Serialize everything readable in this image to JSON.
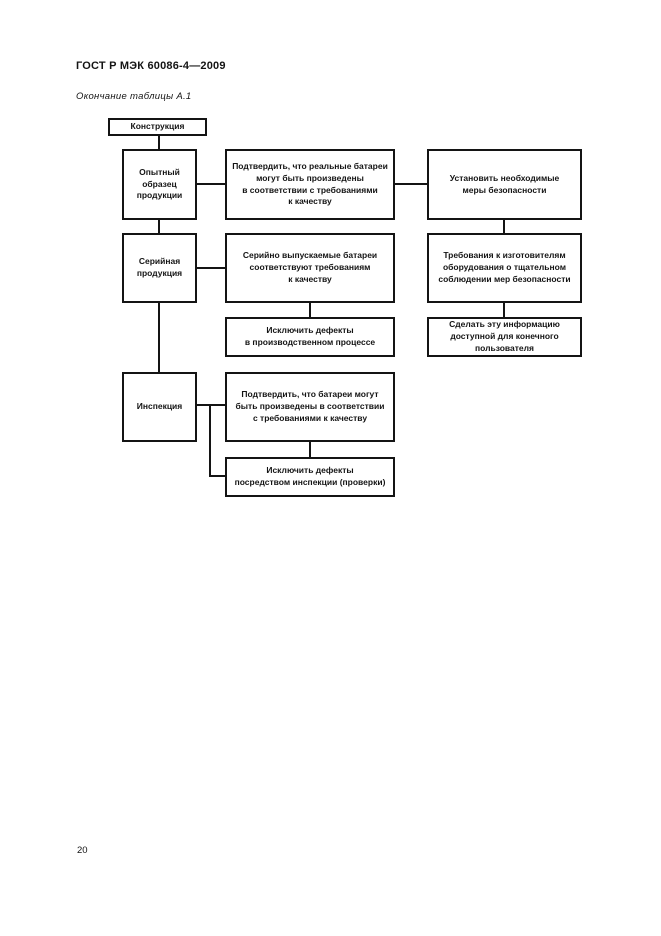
{
  "document": {
    "header": "ГОСТ Р МЭК 60086-4—2009",
    "table_caption": "Окончание таблицы А.1",
    "page_number": "20"
  },
  "flowchart": {
    "design": "Конструкция",
    "prototype": "Опытный\nобразец\nпродукции",
    "confirm_real_batteries": "Подтвердить, что реальные батареи\nмогут быть произведены\nв соответствии с требованиями\nк качеству",
    "establish_safety": "Установить необходимые\nмеры безопасности",
    "serial_production": "Серийная\nпродукция",
    "serial_batteries_meet": "Серийно выпускаемые батареи\nсоответствуют требованиям\nк качеству",
    "manufacturer_requirements": "Требования к изготовителям\nоборудования о тщательном\nсоблюдении мер безопасности",
    "exclude_defects_process": "Исключить дефекты\nв производственном процессе",
    "make_info_available": "Сделать эту информацию\nдоступной для конечного\nпользователя",
    "inspection": "Инспекция",
    "confirm_batteries_can": "Подтвердить, что батареи могут\nбыть произведены в соответствии\nс требованиями к качеству",
    "exclude_defects_inspection": "Исключить дефекты\nпосредством инспекции (проверки)"
  }
}
